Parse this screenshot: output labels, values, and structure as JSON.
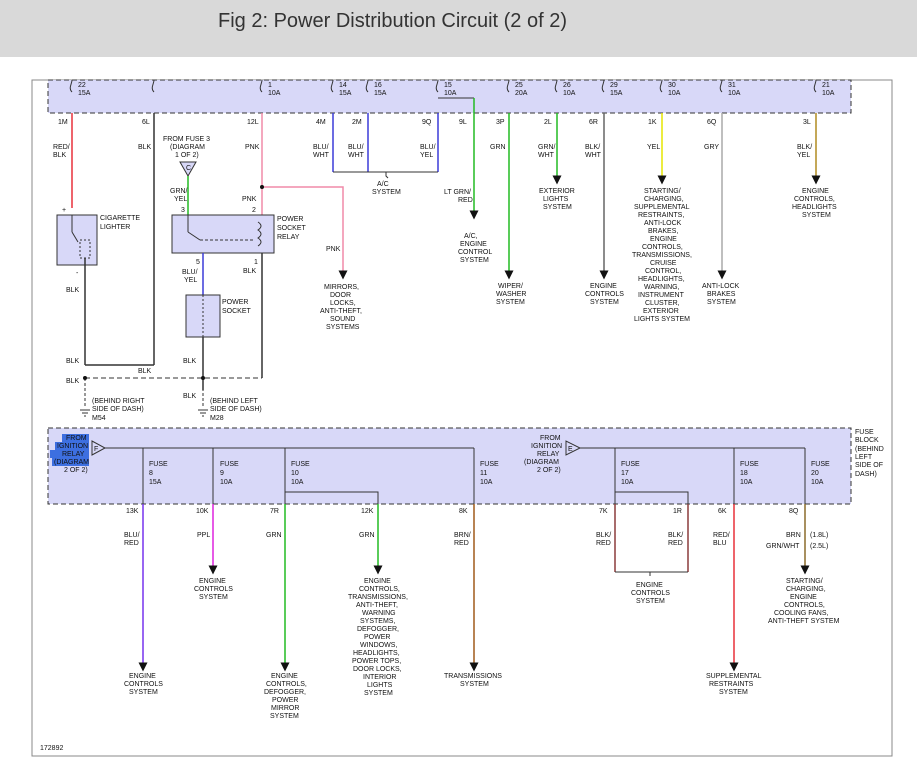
{
  "header": {
    "title": "Fig 2: Power Distribution Circuit (2 of 2)"
  },
  "figure_id": "172892",
  "top_fuses": [
    {
      "fuse": "22",
      "amp": "15A"
    },
    {
      "fuse": "1",
      "amp": "10A"
    },
    {
      "fuse": "14",
      "amp": "15A"
    },
    {
      "fuse": "16",
      "amp": "15A"
    },
    {
      "fuse": "15",
      "amp": "10A"
    },
    {
      "fuse": "25",
      "amp": "20A"
    },
    {
      "fuse": "26",
      "amp": "10A"
    },
    {
      "fuse": "29",
      "amp": "15A"
    },
    {
      "fuse": "30",
      "amp": "10A"
    },
    {
      "fuse": "31",
      "amp": "10A"
    },
    {
      "fuse": "21",
      "amp": "10A"
    }
  ],
  "top_pins": [
    "1M",
    "6L",
    "12L",
    "4M",
    "2M",
    "9Q",
    "9L",
    "3P",
    "2L",
    "6R",
    "1K",
    "6Q",
    "3L"
  ],
  "top_wires": [
    "RED/",
    "BLK",
    "BLK",
    "PNK",
    "BLU/",
    "WHT",
    "BLU/",
    "WHT",
    "BLU/",
    "YEL",
    "GRN",
    "GRN/",
    "WHT",
    "BLK/",
    "WHT",
    "YEL",
    "GRY",
    "BLK/",
    "YEL"
  ],
  "fuse3_ref": [
    "FROM FUSE 3",
    "(DIAGRAM",
    "1 OF 2)",
    "C"
  ],
  "components": {
    "lighter": [
      "CIGARETTE",
      "LIGHTER"
    ],
    "relay": [
      "POWER",
      "SOCKET",
      "RELAY"
    ],
    "socket": [
      "POWER",
      "SOCKET"
    ]
  },
  "relay_misc": [
    "GRN/",
    "YEL",
    "PNK",
    "3",
    "2",
    "5",
    "1",
    "BLU/",
    "YEL",
    "+",
    "-",
    "BLK",
    "BLK",
    "PNK"
  ],
  "ground_labels": [
    "BLK",
    "BLK",
    "BLK",
    "BLK",
    "BLK"
  ],
  "grounds": [
    {
      "id": "M54",
      "text": [
        "(BEHIND RIGHT",
        "SIDE OF DASH)"
      ]
    },
    {
      "id": "M28",
      "text": [
        "(BEHIND LEFT",
        "SIDE OF DASH)"
      ]
    }
  ],
  "top_destinations": {
    "mirrors": [
      "MIRRORS,",
      "DOOR",
      "LOCKS,",
      "ANTI-THEFT,",
      "SOUND",
      "SYSTEMS"
    ],
    "ac": [
      "A/C",
      "SYSTEM"
    ],
    "ac_engine": [
      "LT GRN/",
      "RED",
      "A/C,",
      "ENGINE",
      "CONTROL",
      "SYSTEM"
    ],
    "wiper": [
      "WIPER/",
      "WASHER",
      "SYSTEM"
    ],
    "exterior": [
      "EXTERIOR",
      "LIGHTS",
      "SYSTEM"
    ],
    "engine": [
      "ENGINE",
      "CONTROLS",
      "SYSTEM"
    ],
    "starting": [
      "STARTING/",
      "CHARGING,",
      "SUPPLEMENTAL",
      "RESTRAINTS,",
      "ANTI-LOCK",
      "BRAKES,",
      "ENGINE",
      "CONTROLS,",
      "TRANSMISSIONS,",
      "CRUISE",
      "CONTROL,",
      "HEADLIGHTS,",
      "WARNING,",
      "INSTRUMENT",
      "CLUSTER,",
      "EXTERIOR",
      "LIGHTS SYSTEM"
    ],
    "antilock": [
      "ANTI-LOCK",
      "BRAKES",
      "SYSTEM"
    ],
    "headlights": [
      "ENGINE",
      "CONTROLS,",
      "HEADLIGHTS",
      "SYSTEM"
    ]
  },
  "bottom_block": {
    "from_ign_left": [
      "FROM",
      "IGNITION",
      "RELAY",
      "(DIAGRAM",
      "2 OF 2)"
    ],
    "from_ign_right": [
      "FROM",
      "IGNITION",
      "RELAY",
      "(DIAGRAM",
      "2 OF 2)"
    ],
    "tri_left": "F",
    "tri_right": "E",
    "fuse_block": [
      "FUSE",
      "BLOCK",
      "(BEHIND",
      "LEFT",
      "SIDE OF",
      "DASH)"
    ],
    "fuses": [
      {
        "name": "FUSE",
        "num": "8",
        "amp": "15A"
      },
      {
        "name": "FUSE",
        "num": "9",
        "amp": "10A"
      },
      {
        "name": "FUSE",
        "num": "10",
        "amp": "10A"
      },
      {
        "name": "FUSE",
        "num": "11",
        "amp": "10A"
      },
      {
        "name": "FUSE",
        "num": "17",
        "amp": "10A"
      },
      {
        "name": "FUSE",
        "num": "18",
        "amp": "10A"
      },
      {
        "name": "FUSE",
        "num": "20",
        "amp": "10A"
      }
    ]
  },
  "bottom_pins": [
    "13K",
    "10K",
    "7R",
    "12K",
    "8K",
    "7K",
    "1R",
    "6K",
    "8Q"
  ],
  "bottom_wires": [
    "BLU/",
    "RED",
    "PPL",
    "GRN",
    "GRN",
    "BRN/",
    "RED",
    "BLK/",
    "RED",
    "BLK/",
    "RED",
    "RED/",
    "BLU",
    "BRN",
    "(1.8L)",
    "GRN/WHT",
    "(2.5L)"
  ],
  "bottom_destinations": {
    "ec1": [
      "ENGINE",
      "CONTROLS",
      "SYSTEM"
    ],
    "ec2": [
      "ENGINE",
      "CONTROLS",
      "SYSTEM"
    ],
    "ec3": [
      "ENGINE",
      "CONTROLS,",
      "DEFOGGER,",
      "POWER",
      "MIRROR",
      "SYSTEM"
    ],
    "ec4": [
      "ENGINE",
      "CONTROLS,",
      "TRANSMISSIONS,",
      "ANTI-THEFT,",
      "WARNING",
      "SYSTEMS,",
      "DEFOGGER,",
      "POWER",
      "WINDOWS,",
      "HEADLIGHTS,",
      "POWER TOPS,",
      "DOOR LOCKS,",
      "INTERIOR",
      "LIGHTS",
      "SYSTEM"
    ],
    "trans": [
      "TRANSMISSIONS",
      "SYSTEM"
    ],
    "ec5": [
      "ENGINE",
      "CONTROLS",
      "SYSTEM"
    ],
    "srs": [
      "SUPPLEMENTAL",
      "RESTRAINTS",
      "SYSTEM"
    ],
    "start2": [
      "STARTING/",
      "CHARGING,",
      "ENGINE",
      "CONTROLS,",
      "COOLING FANS,",
      "ANTI-THEFT SYSTEM"
    ]
  },
  "colors": {
    "red": "#e8303a",
    "blue": "#3a3ad8",
    "pink": "#f08aa8",
    "green": "#22bb22",
    "yellow": "#e6e600",
    "gray": "#aaaaaa",
    "purple": "#7733ee",
    "magenta": "#dd22dd",
    "brown": "#a05a1a",
    "box": "#d8d8f8",
    "highlight": "#3d6fe0"
  }
}
